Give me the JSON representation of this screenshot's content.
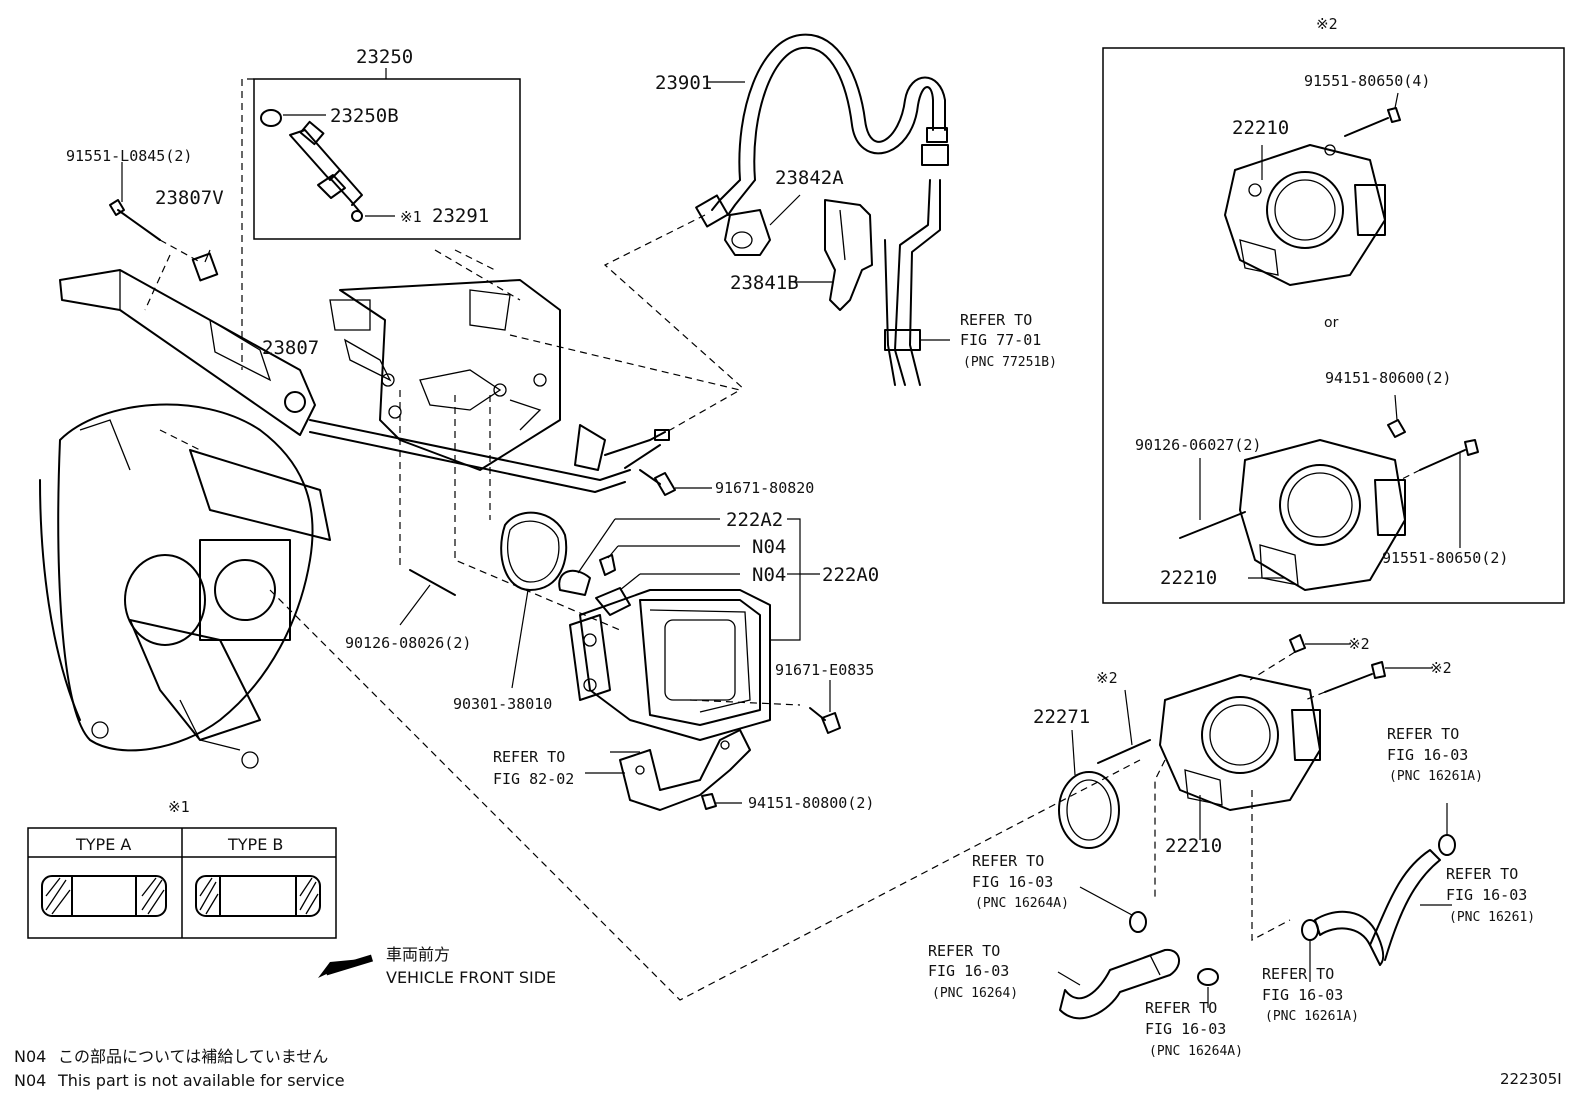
{
  "labels": {
    "p23250": "23250",
    "p23250B": "23250B",
    "p23291": "23291",
    "p23291_mark": "※1",
    "p91551_L0845": "91551-L0845(2)",
    "p23807V": "23807V",
    "p23807": "23807",
    "p23901": "23901",
    "p23842A": "23842A",
    "p23841B": "23841B",
    "refer_77_line1": "REFER TO",
    "refer_77_line2": "FIG 77-01",
    "refer_77_line3": "(PNC 77251B)",
    "p91671_80820": "91671-80820",
    "p222A2": "222A2",
    "n04_a": "N04",
    "n04_b": "N04",
    "p222A0": "222A0",
    "p90126_08026": "90126-08026(2)",
    "p90301_38010": "90301-38010",
    "p91671_E0835": "91671-E0835",
    "refer_82_line1": "REFER TO",
    "refer_82_line2": "FIG 82-02",
    "p94151_80800": "94151-80800(2)",
    "box2_mark": "※2",
    "p91551_80650_4": "91551-80650(4)",
    "p22210_top": "22210",
    "or_text": "or",
    "p94151_80600": "94151-80600(2)",
    "p90126_06027": "90126-06027(2)",
    "p91551_80650_2": "91551-80650(2)",
    "p22210_mid": "22210",
    "mark2_a": "※2",
    "mark2_b": "※2",
    "mark2_c": "※2",
    "p22271": "22271",
    "p22210_bot": "22210",
    "refer_16264A_1": "REFER TO",
    "refer_16264A_2": "FIG 16-03",
    "refer_16264A_3": "(PNC 16264A)",
    "refer_16264_1": "REFER TO",
    "refer_16264_2": "FIG 16-03",
    "refer_16264_3": "(PNC 16264)",
    "refer_16264A_b1": "REFER TO",
    "refer_16264A_b2": "FIG 16-03",
    "refer_16264A_b3": "(PNC 16264A)",
    "refer_16261A_1": "REFER TO",
    "refer_16261A_2": "FIG 16-03",
    "refer_16261A_3": "(PNC 16261A)",
    "refer_16261_1": "REFER TO",
    "refer_16261_2": "FIG 16-03",
    "refer_16261_3": "(PNC 16261)",
    "refer_16261A_b1": "REFER TO",
    "refer_16261A_b2": "FIG 16-03",
    "refer_16261A_b3": "(PNC 16261A)"
  },
  "type_table": {
    "mark": "※1",
    "col_a": "TYPE A",
    "col_b": "TYPE B"
  },
  "direction": {
    "japanese": "車両前方",
    "english": "VEHICLE FRONT SIDE"
  },
  "notes": {
    "line1_code": "N04",
    "line1_text": "この部品については補給していません",
    "line2_code": "N04",
    "line2_text": "This part is not available for service"
  },
  "figure_id": "222305I"
}
